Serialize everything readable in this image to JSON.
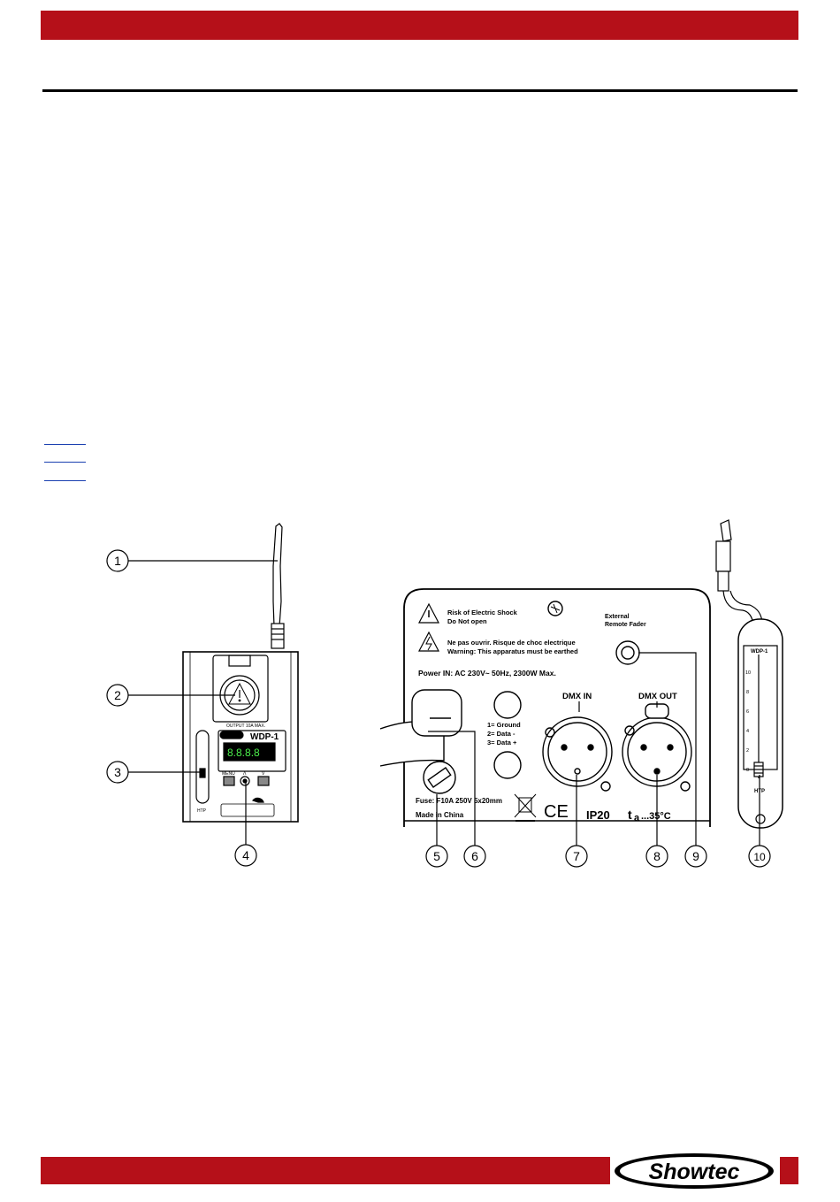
{
  "brand": {
    "logo_text": "Showtec",
    "accent_color": "#b51019"
  },
  "figure": {
    "device": {
      "model": "WDP-1",
      "output_label": "OUTPUT 10A MAX.",
      "display_digits": "8.8.8.8",
      "button_menu": "MENU",
      "button_up": "Λ",
      "button_down": "V",
      "fader_label": "HTP"
    },
    "back_panel": {
      "warning_1_line1": "Risk of Electric Shock",
      "warning_1_line2": "Do Not open",
      "warning_2_line1": "Ne pas ouvrir. Risque de choc electrique",
      "warning_2_line2": "Warning: This apparatus must be earthed",
      "power_in": "Power IN: AC 230V~ 50Hz, 2300W Max.",
      "external_fader_line1": "External",
      "external_fader_line2": "Remote Fader",
      "dmx_in": "DMX IN",
      "dmx_out": "DMX OUT",
      "pin_1": "1= Ground",
      "pin_2": "2= Data -",
      "pin_3": "3= Data +",
      "fuse": "Fuse: F10A 250V 5x20mm",
      "made_in": "Made in China",
      "ce_mark": "CE",
      "ip_rating": "IP20",
      "temp_prefix": "t",
      "temp_sub": "a",
      "temp_value": "...35°C"
    },
    "remote_fader": {
      "model": "WDP-1",
      "fader_label": "HTP",
      "scale": [
        "10",
        "8",
        "6",
        "4",
        "2",
        "0"
      ]
    },
    "callouts": [
      "1",
      "2",
      "3",
      "4",
      "5",
      "6",
      "7",
      "8",
      "9",
      "10"
    ]
  }
}
